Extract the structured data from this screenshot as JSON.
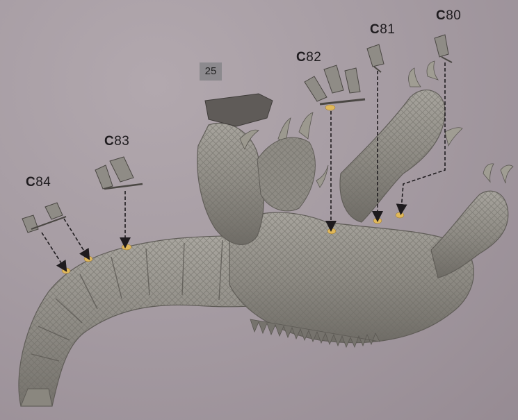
{
  "step": {
    "number": "25"
  },
  "parts": [
    {
      "id": "c80",
      "prefix": "C",
      "number": "80"
    },
    {
      "id": "c81",
      "prefix": "C",
      "number": "81"
    },
    {
      "id": "c82",
      "prefix": "C",
      "number": "82"
    },
    {
      "id": "c83",
      "prefix": "C",
      "number": "83"
    },
    {
      "id": "c84",
      "prefix": "C",
      "number": "84"
    }
  ],
  "colors": {
    "background": "#a69ca3",
    "model": "#8f8c85",
    "model_shadow": "#6e6b66",
    "glue_points": "#e0b85a",
    "arrows": "#1e1b1e",
    "badge": "#8c8a8e"
  },
  "icons": [
    "dinosaur-model-image",
    "sprue-part-icon",
    "dashed-arrow-icon",
    "glue-point-icon"
  ]
}
